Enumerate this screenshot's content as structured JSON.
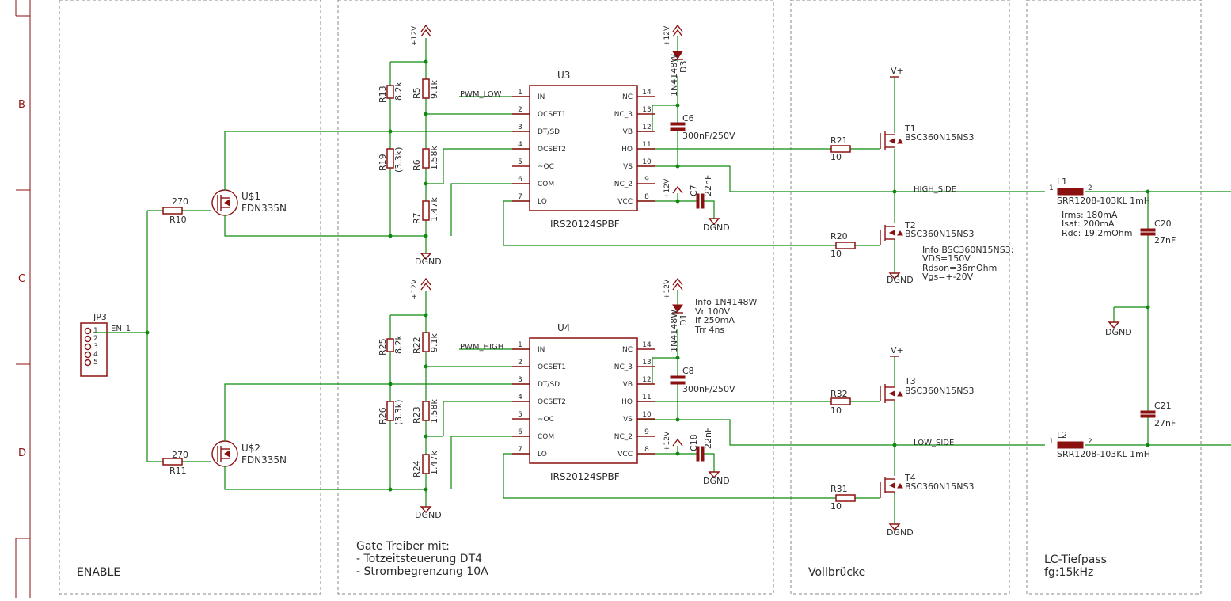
{
  "sections": {
    "enable": "ENABLE",
    "gate_title": "Gate Treiber mit:",
    "gate_line1": "- Totzeitsteuerung DT4",
    "gate_line2": "- Strombegrenzung 10A",
    "bridge": "Vollbrücke",
    "lc_title": "LC-Tiefpass",
    "lc_sub": "fg:15kHz"
  },
  "rows": [
    "B",
    "C",
    "D"
  ],
  "jp3": {
    "name": "JP3",
    "net": "EN_1",
    "pins": [
      "1",
      "2",
      "3",
      "4",
      "5"
    ]
  },
  "enable_parts": {
    "r10": {
      "name": "R10",
      "value": "270"
    },
    "r11": {
      "name": "R11",
      "value": "270"
    },
    "q1": {
      "name": "U$1",
      "value": "FDN335N"
    },
    "q2": {
      "name": "U$2",
      "value": "FDN335N"
    }
  },
  "ic_pin_names_left": [
    "IN",
    "OCSET1",
    "DT/SD",
    "OCSET2",
    "~OC",
    "COM",
    "LO"
  ],
  "ic_pin_nums_left": [
    "1",
    "2",
    "3",
    "4",
    "5",
    "6",
    "7"
  ],
  "ic_pin_names_right": [
    "NC",
    "NC_3",
    "VB",
    "HO",
    "VS",
    "NC_2",
    "VCC"
  ],
  "ic_pin_nums_right": [
    "14",
    "13",
    "12",
    "11",
    "10",
    "9",
    "8"
  ],
  "upper": {
    "ic_name": "U3",
    "ic_value": "IRS20124SPBF",
    "pwm_net": "PWM_LOW",
    "supply": "+12V",
    "gnd": "DGND",
    "ra": {
      "name": "R13",
      "value": "8.2k"
    },
    "rb": {
      "name": "R5",
      "value": "9.1k"
    },
    "rc": {
      "name": "R19",
      "value": "(3.3k)"
    },
    "rd": {
      "name": "R6",
      "value": "1.58k"
    },
    "re": {
      "name": "R7",
      "value": "1.47k"
    },
    "diode": {
      "name": "D3",
      "value": "1N4148W"
    },
    "cboot": {
      "name": "C6",
      "value": "300nF/250V"
    },
    "cvcc": {
      "name": "C7",
      "value": "22nF"
    }
  },
  "lower": {
    "ic_name": "U4",
    "ic_value": "IRS20124SPBF",
    "pwm_net": "PWM_HIGH",
    "supply": "+12V",
    "gnd": "DGND",
    "ra": {
      "name": "R25",
      "value": "8.2k"
    },
    "rb": {
      "name": "R22",
      "value": "9.1k"
    },
    "rc": {
      "name": "R26",
      "value": "(3.3k)"
    },
    "rd": {
      "name": "R23",
      "value": "1.58k"
    },
    "re": {
      "name": "R24",
      "value": "1.47k"
    },
    "diode": {
      "name": "D1",
      "value": "1N4148W"
    },
    "cboot": {
      "name": "C8",
      "value": "300nF/250V"
    },
    "cvcc": {
      "name": "C18",
      "value": "22nF"
    }
  },
  "diode_info": [
    "Info 1N4148W",
    "Vr 100V",
    "If 250mA",
    "Trr 4ns"
  ],
  "bridge": {
    "vplus": "V+",
    "gnd": "DGND",
    "t1": {
      "name": "T1",
      "value": "BSC360N15NS3"
    },
    "t2": {
      "name": "T2",
      "value": "BSC360N15NS3"
    },
    "t3": {
      "name": "T3",
      "value": "BSC360N15NS3"
    },
    "t4": {
      "name": "T4",
      "value": "BSC360N15NS3"
    },
    "r21": {
      "name": "R21",
      "value": "10"
    },
    "r20": {
      "name": "R20",
      "value": "10"
    },
    "r32": {
      "name": "R32",
      "value": "10"
    },
    "r31": {
      "name": "R31",
      "value": "10"
    },
    "net_high": "HIGH_SIDE",
    "net_low": "LOW_SIDE",
    "info": [
      "Info BSC360N15NS3:",
      "VDS=150V",
      "Rdson=36mOhm",
      "Vgs=+-20V"
    ]
  },
  "filter": {
    "l1": {
      "name": "L1",
      "value": "SRR1208-103KL 1mH"
    },
    "l2": {
      "name": "L2",
      "value": "SRR1208-103KL 1mH"
    },
    "coil_info": [
      "Irms: 180mA",
      "Isat: 200mA",
      "Rdc: 19.2mOhm"
    ],
    "c20": {
      "name": "C20",
      "value": "27nF"
    },
    "c21": {
      "name": "C21",
      "value": "27nF"
    },
    "gnd": "DGND",
    "pin1": "1",
    "pin2": "2"
  }
}
